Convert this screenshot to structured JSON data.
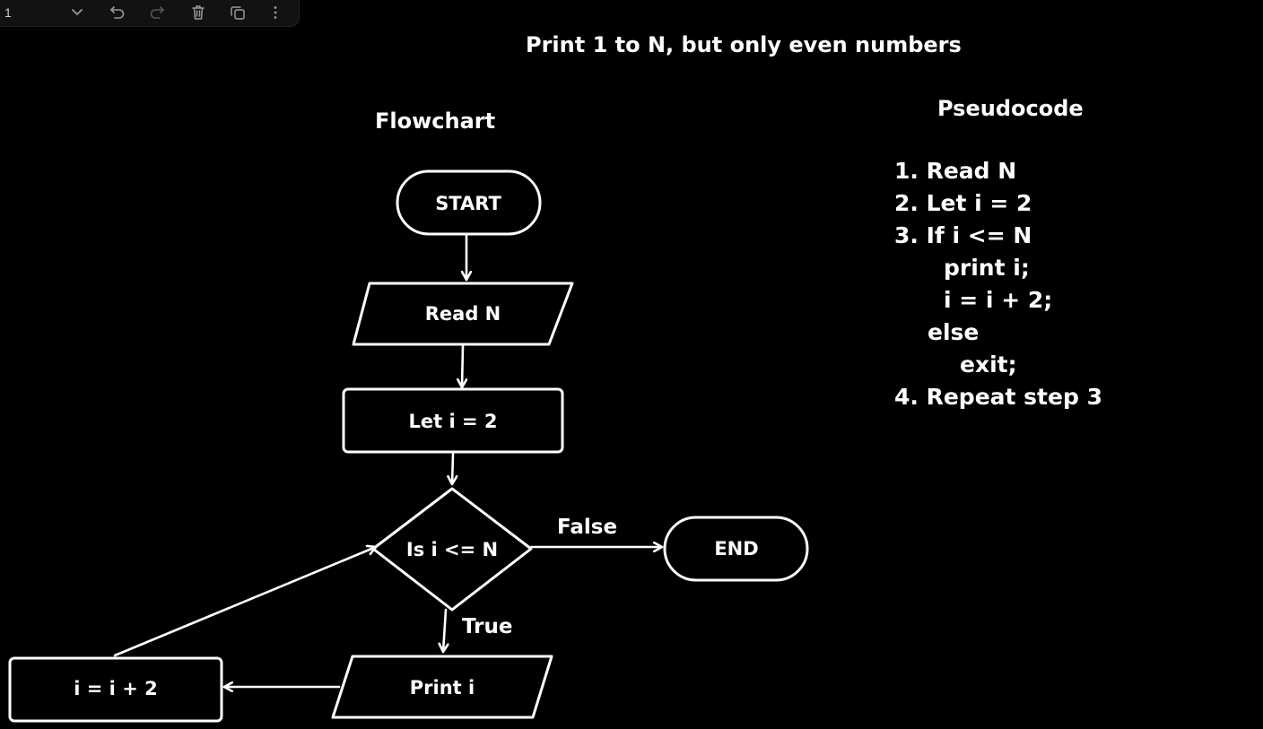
{
  "toolbar": {
    "value": "1",
    "icons": [
      "chevron-down-icon",
      "undo-icon",
      "redo-icon",
      "trash-icon",
      "duplicate-icon",
      "more-vertical-icon"
    ]
  },
  "canvas": {
    "title": "Print 1 to N, but only even numbers",
    "flowchart_heading": "Flowchart",
    "pseudocode_heading": "Pseudocode"
  },
  "flowchart": {
    "start": "START",
    "read": "Read N",
    "init": "Let i = 2",
    "decision": "Is i <= N",
    "end": "END",
    "print": "Print i",
    "increment": "i = i + 2",
    "false_label": "False",
    "true_label": "True"
  },
  "pseudocode": {
    "lines": [
      "1. Read N",
      "2. Let i = 2",
      "3. If i <= N",
      "print i;",
      "i = i + 2;",
      "else",
      "exit;",
      "4. Repeat step 3"
    ]
  },
  "colors": {
    "background": "#000000",
    "stroke": "#ffffff",
    "toolbar_bg": "#121212",
    "toolbar_icon": "#9a9a9a"
  }
}
